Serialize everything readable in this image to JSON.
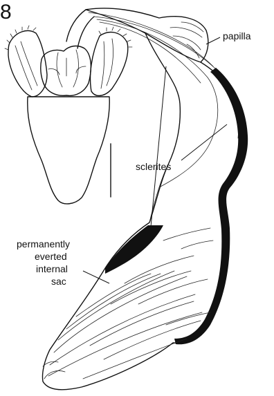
{
  "figure": {
    "number": "8",
    "labels": {
      "papilla": "papilla",
      "sclerites": "sclerites",
      "sac_line1": "permanently",
      "sac_line2": "everted",
      "sac_line3": "internal",
      "sac_line4": "sac"
    }
  }
}
